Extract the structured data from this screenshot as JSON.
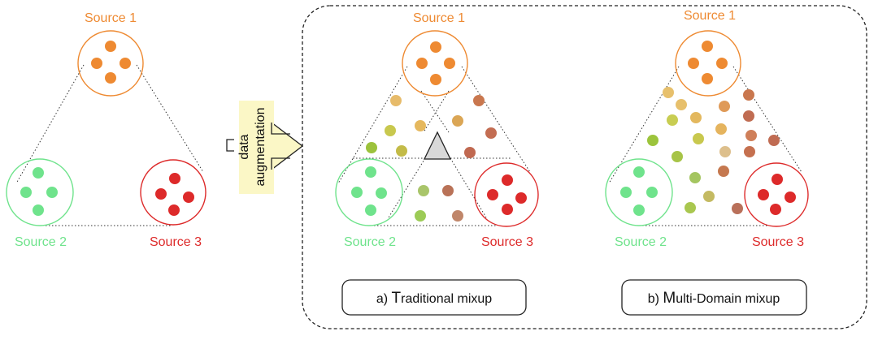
{
  "colors": {
    "source1": "#ee8a32",
    "source2": "#6fe38c",
    "source3": "#dd2a2a",
    "arrow_fill": "#fbf7c6",
    "center_triangle": "#d9d9d9"
  },
  "left_panel": {
    "source1_label": "Source 1",
    "source2_label": "Source 2",
    "source3_label": "Source 3"
  },
  "arrow": {
    "label_line1": "data",
    "label_line2": "augmentation"
  },
  "panel_a": {
    "source1_label": "Source 1",
    "source2_label": "Source 2",
    "source3_label": "Source 3",
    "caption_prefix": "a) ",
    "caption_big": "T",
    "caption_rest": "raditional mixup"
  },
  "panel_b": {
    "source1_label": "Source 1",
    "source2_label": "Source 2",
    "source3_label": "Source 3",
    "caption_prefix": "b) ",
    "caption_big": "M",
    "caption_rest": "ulti-Domain mixup"
  }
}
